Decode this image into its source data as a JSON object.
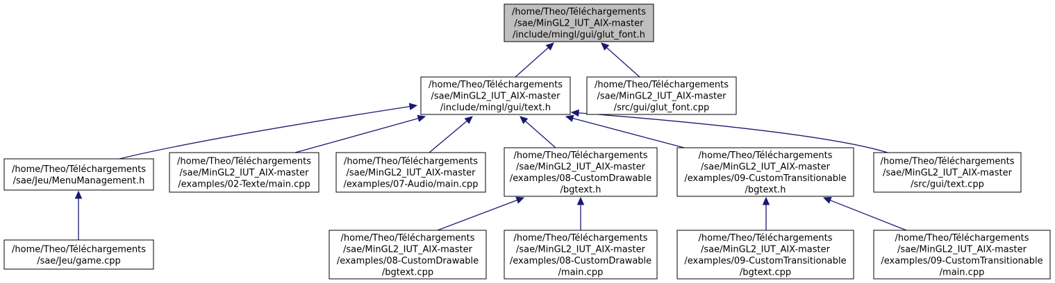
{
  "diagram": {
    "type": "include-dependency-graph",
    "colors": {
      "edge": "#191970",
      "root_fill": "#bfbfbf",
      "node_fill": "#ffffff",
      "node_border": "#000000"
    },
    "nodes": [
      {
        "id": "glut_font_h",
        "lines": [
          "/home/Theo/Téléchargements",
          "/sae/MinGL2_IUT_AIX-master",
          "/include/mingl/gui/glut_font.h"
        ],
        "highlight": true
      },
      {
        "id": "text_h",
        "lines": [
          "/home/Theo/Téléchargements",
          "/sae/MinGL2_IUT_AIX-master",
          "/include/mingl/gui/text.h"
        ]
      },
      {
        "id": "glut_font_cpp",
        "lines": [
          "/home/Theo/Téléchargements",
          "/sae/MinGL2_IUT_AIX-master",
          "/src/gui/glut_font.cpp"
        ]
      },
      {
        "id": "menu_h",
        "lines": [
          "/home/Theo/Téléchargements",
          "/sae/Jeu/MenuManagement.h"
        ]
      },
      {
        "id": "ex02_main",
        "lines": [
          "/home/Theo/Téléchargements",
          "/sae/MinGL2_IUT_AIX-master",
          "/examples/02-Texte/main.cpp"
        ]
      },
      {
        "id": "ex07_main",
        "lines": [
          "/home/Theo/Téléchargements",
          "/sae/MinGL2_IUT_AIX-master",
          "/examples/07-Audio/main.cpp"
        ]
      },
      {
        "id": "ex08_bgtext_h",
        "lines": [
          "/home/Theo/Téléchargements",
          "/sae/MinGL2_IUT_AIX-master",
          "/examples/08-CustomDrawable",
          "/bgtext.h"
        ]
      },
      {
        "id": "ex09_bgtext_h",
        "lines": [
          "/home/Theo/Téléchargements",
          "/sae/MinGL2_IUT_AIX-master",
          "/examples/09-CustomTransitionable",
          "/bgtext.h"
        ]
      },
      {
        "id": "text_cpp",
        "lines": [
          "/home/Theo/Téléchargements",
          "/sae/MinGL2_IUT_AIX-master",
          "/src/gui/text.cpp"
        ]
      },
      {
        "id": "game_cpp",
        "lines": [
          "/home/Theo/Téléchargements",
          "/sae/Jeu/game.cpp"
        ]
      },
      {
        "id": "ex08_bgtext_cpp",
        "lines": [
          "/home/Theo/Téléchargements",
          "/sae/MinGL2_IUT_AIX-master",
          "/examples/08-CustomDrawable",
          "/bgtext.cpp"
        ]
      },
      {
        "id": "ex08_main",
        "lines": [
          "/home/Theo/Téléchargements",
          "/sae/MinGL2_IUT_AIX-master",
          "/examples/08-CustomDrawable",
          "/main.cpp"
        ]
      },
      {
        "id": "ex09_bgtext_cpp",
        "lines": [
          "/home/Theo/Téléchargements",
          "/sae/MinGL2_IUT_AIX-master",
          "/examples/09-CustomTransitionable",
          "/bgtext.cpp"
        ]
      },
      {
        "id": "ex09_main",
        "lines": [
          "/home/Theo/Téléchargements",
          "/sae/MinGL2_IUT_AIX-master",
          "/examples/09-CustomTransitionable",
          "/main.cpp"
        ]
      }
    ],
    "edges": [
      {
        "from": "text_h",
        "to": "glut_font_h"
      },
      {
        "from": "glut_font_cpp",
        "to": "glut_font_h"
      },
      {
        "from": "menu_h",
        "to": "text_h"
      },
      {
        "from": "ex02_main",
        "to": "text_h"
      },
      {
        "from": "ex07_main",
        "to": "text_h"
      },
      {
        "from": "ex08_bgtext_h",
        "to": "text_h"
      },
      {
        "from": "ex09_bgtext_h",
        "to": "text_h"
      },
      {
        "from": "text_cpp",
        "to": "text_h"
      },
      {
        "from": "game_cpp",
        "to": "menu_h"
      },
      {
        "from": "ex08_bgtext_cpp",
        "to": "ex08_bgtext_h"
      },
      {
        "from": "ex08_main",
        "to": "ex08_bgtext_h"
      },
      {
        "from": "ex09_bgtext_cpp",
        "to": "ex09_bgtext_h"
      },
      {
        "from": "ex09_main",
        "to": "ex09_bgtext_h"
      }
    ]
  }
}
